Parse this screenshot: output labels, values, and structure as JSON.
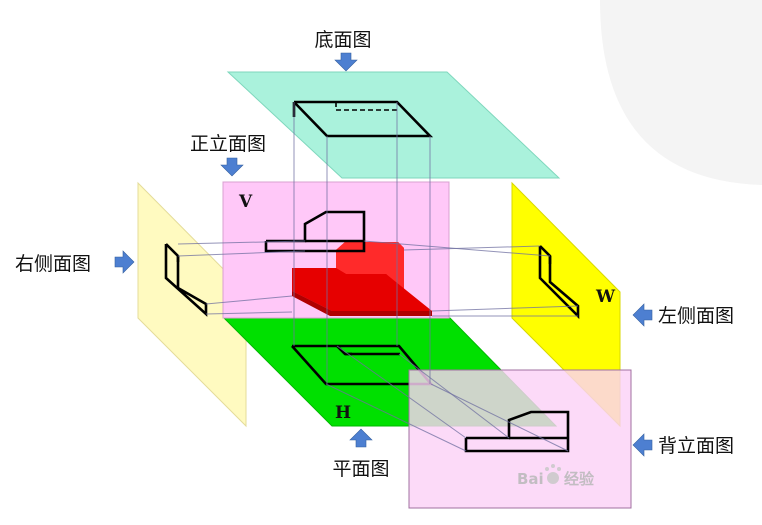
{
  "labels": {
    "bottom_view": "底面图",
    "front_view": "正立面图",
    "right_side_view": "右侧面图",
    "left_side_view": "左侧面图",
    "back_view": "背立面图",
    "plan_view": "平面图"
  },
  "plane_letters": {
    "V": "V",
    "H": "H",
    "W": "W"
  },
  "watermark": {
    "brand": "Bai",
    "brand_suffix": "经验"
  },
  "colors": {
    "bottom_plane": "#aaf2dc",
    "front_plane": "#ffc8f8",
    "right_plane": "#fffac0",
    "left_plane": "#ffff00",
    "horizontal_plane": "#00e000",
    "back_plane": "#fbd2f6",
    "solid_object": "#ff0000",
    "arrow": "#4d7fd1"
  }
}
